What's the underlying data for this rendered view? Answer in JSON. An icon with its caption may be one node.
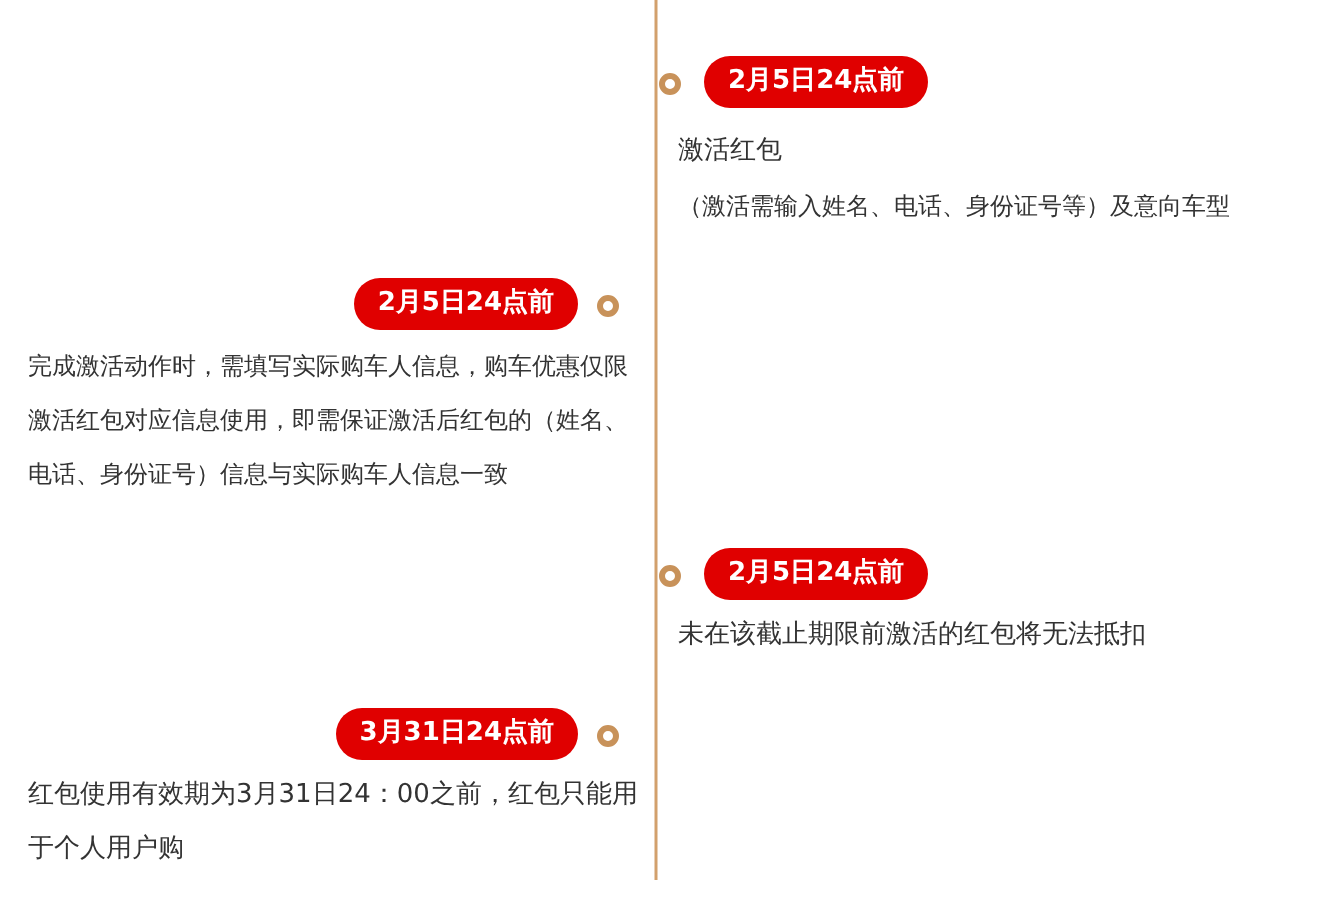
{
  "diagram": {
    "nodes": [
      {
        "text": [
          "2月5日24点前"
        ],
        "beside": [
          "激活红包",
          "（激活需输入姓名、电话、身份证号等）及意向车型"
        ]
      },
      {
        "text": [
          "2月5日24点前"
        ],
        "beside": [
          "完成激活动作时，需填写实际购车人信息，购车优惠仅限激活红包对应信息使用，即需保证激活后红包的（姓名、电话、身份证号）信息与实际购车人信息一致"
        ]
      },
      {
        "text": [
          "2月5日24点前"
        ],
        "beside": [
          "未在该截止期限前激活的红包将无法抵扣"
        ]
      },
      {
        "text": [
          "3月31日24点前"
        ],
        "beside": [
          "红包使用有效期为3月31日24：00之前，红包只能用于个人用户购"
        ]
      }
    ]
  }
}
